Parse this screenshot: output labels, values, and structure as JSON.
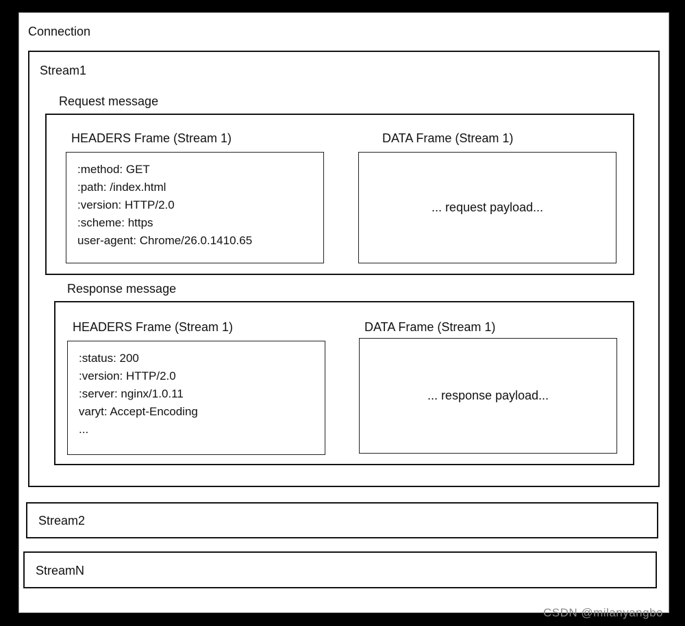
{
  "watermark": "CSDN @milanyangbo",
  "connection": {
    "label": "Connection",
    "stream1": {
      "label": "Stream1",
      "request": {
        "title": "Request message",
        "headers_frame": {
          "title": "HEADERS Frame (Stream 1)",
          "lines": [
            ":method: GET",
            ":path: /index.html",
            ":version: HTTP/2.0",
            ":scheme: https",
            "user-agent: Chrome/26.0.1410.65"
          ]
        },
        "data_frame": {
          "title": "DATA Frame (Stream 1)",
          "payload": "... request payload..."
        }
      },
      "response": {
        "title": "Response message",
        "headers_frame": {
          "title": "HEADERS Frame (Stream 1)",
          "lines": [
            ":status: 200",
            ":version: HTTP/2.0",
            ":server: nginx/1.0.11",
            "varyt: Accept-Encoding",
            "..."
          ]
        },
        "data_frame": {
          "title": "DATA Frame (Stream 1)",
          "payload": "... response payload..."
        }
      }
    },
    "stream2": {
      "label": "Stream2"
    },
    "streamN": {
      "label": "StreamN"
    }
  },
  "colors": {
    "page_background": "#000000",
    "panel_background": "#ffffff",
    "line_color": "#141414",
    "watermark_color": "#8a8a8a"
  }
}
